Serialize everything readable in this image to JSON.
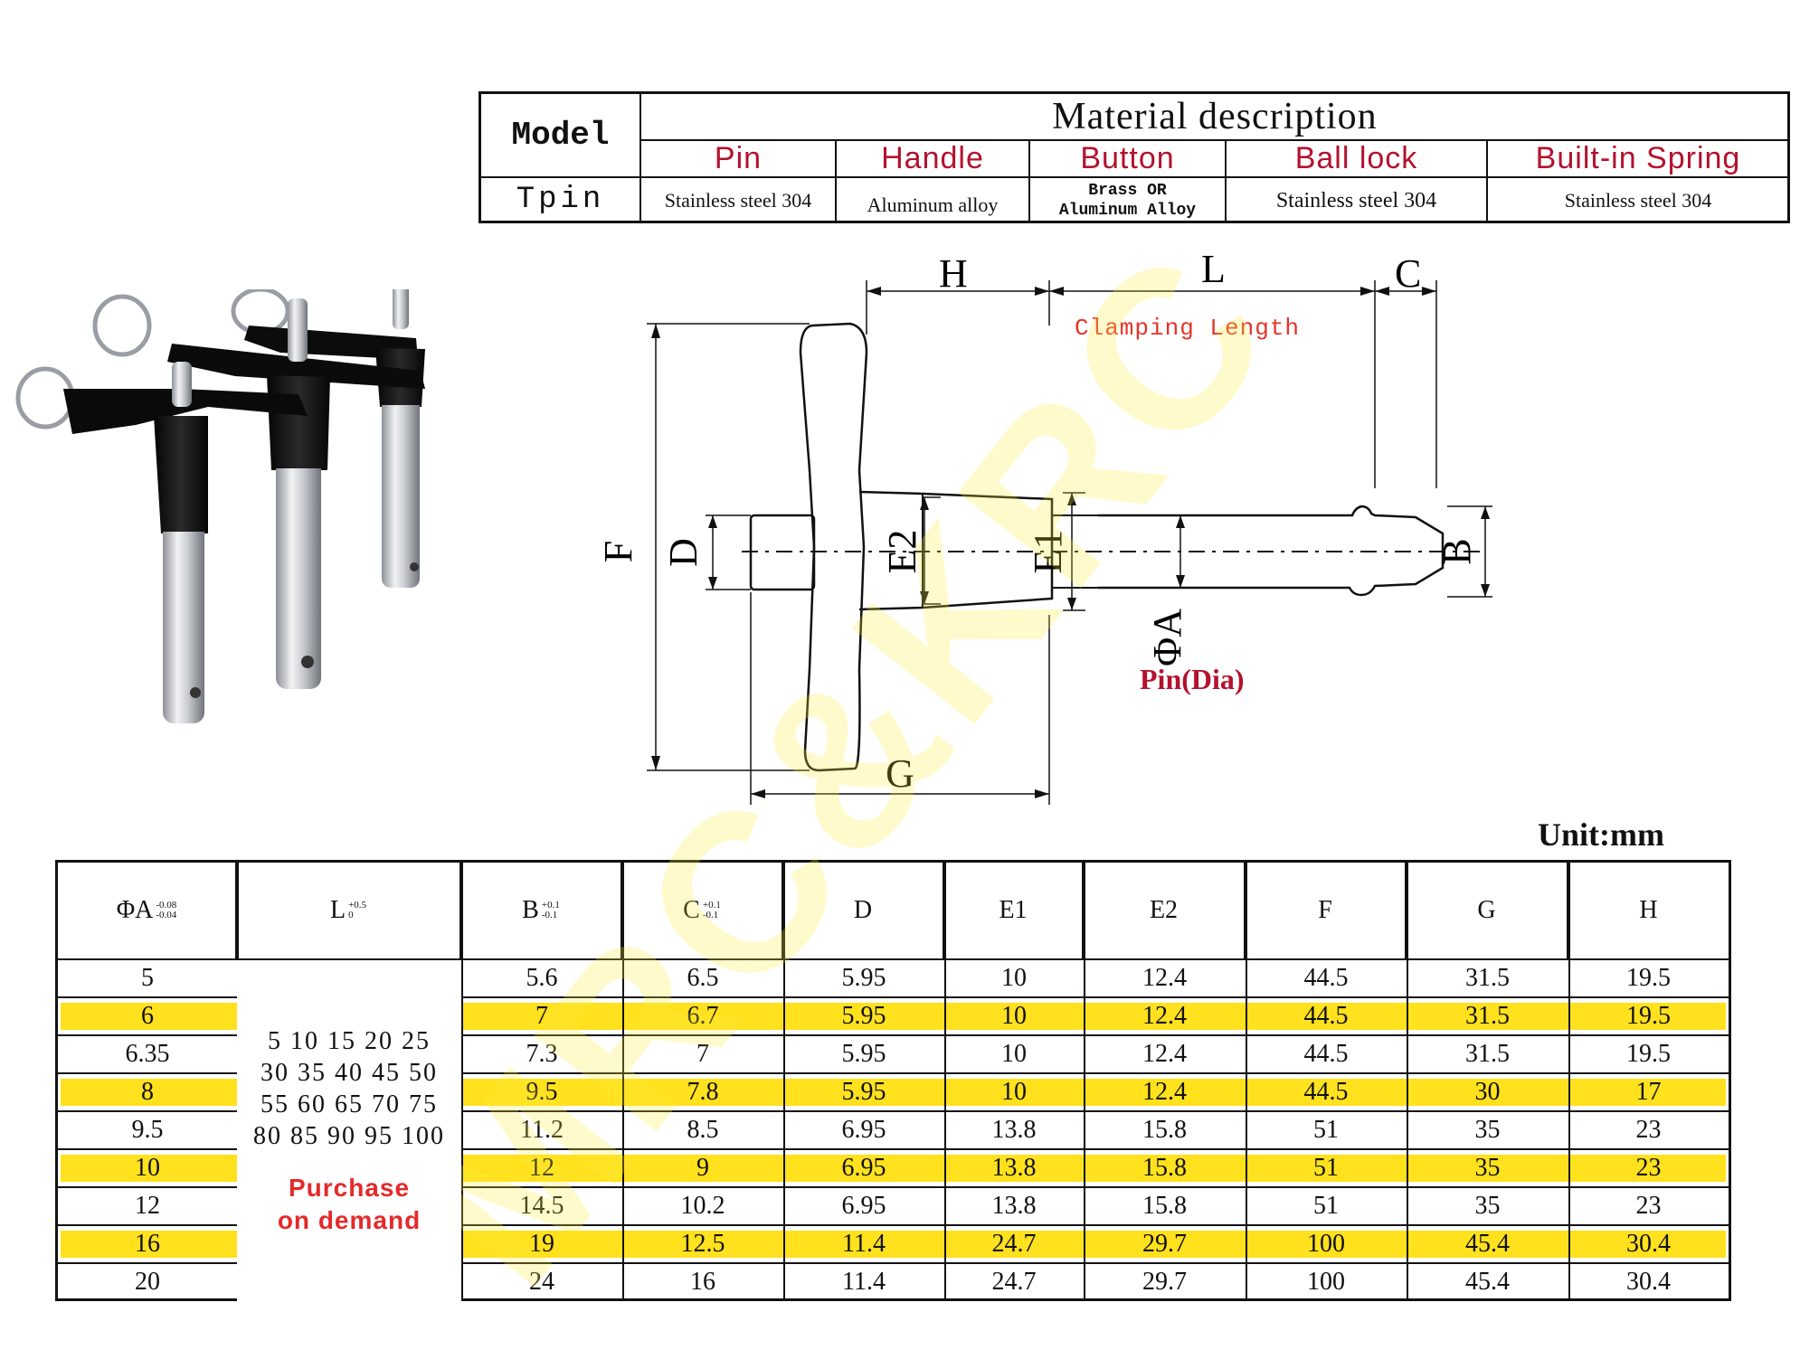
{
  "material_table": {
    "model_label": "Model",
    "model_value": "Tpin",
    "title": "Material description",
    "headers": [
      "Pin",
      "Handle",
      "Button",
      "Ball lock",
      "Built-in Spring"
    ],
    "values": [
      "Stainless steel 304",
      "Aluminum alloy",
      "Brass OR",
      "Stainless steel 304",
      "Stainless steel 304"
    ],
    "button_value_line2": "Aluminum Alloy"
  },
  "drawing": {
    "dims": {
      "H": "H",
      "L": "L",
      "C": "C",
      "F": "F",
      "D": "D",
      "E2": "E2",
      "E1": "E1",
      "PhiA": "ΦA",
      "B": "B",
      "G": "G"
    },
    "clamping_note": "Clamping Length",
    "pin_note": "Pin(Dia)"
  },
  "unit": "Unit:mm",
  "dimension_table": {
    "headers": [
      {
        "main": "ΦA",
        "tol_top": "-0.08",
        "tol_bot": "-0.04"
      },
      {
        "main": "L",
        "tol_top": "+0.5",
        "tol_bot": "0"
      },
      {
        "main": "B",
        "tol_top": "+0.1",
        "tol_bot": "-0.1"
      },
      {
        "main": "C",
        "tol_top": "+0.1",
        "tol_bot": "-0.1"
      },
      {
        "main": "D",
        "tol_top": "",
        "tol_bot": ""
      },
      {
        "main": "E1",
        "tol_top": "",
        "tol_bot": ""
      },
      {
        "main": "E2",
        "tol_top": "",
        "tol_bot": ""
      },
      {
        "main": "F",
        "tol_top": "",
        "tol_bot": ""
      },
      {
        "main": "G",
        "tol_top": "",
        "tol_bot": ""
      },
      {
        "main": "H",
        "tol_top": "",
        "tol_bot": ""
      }
    ],
    "l_values": [
      "5 10 15 20 25",
      "30 35 40 45 50",
      "55 60 65 70 75",
      "80 85 90 95 100"
    ],
    "l_note": "Purchase\non demand",
    "rows": [
      {
        "A": "5",
        "B": "5.6",
        "C": "6.5",
        "D": "5.95",
        "E1": "10",
        "E2": "12.4",
        "F": "44.5",
        "G": "31.5",
        "H": "19.5",
        "highlight": false
      },
      {
        "A": "6",
        "B": "7",
        "C": "6.7",
        "D": "5.95",
        "E1": "10",
        "E2": "12.4",
        "F": "44.5",
        "G": "31.5",
        "H": "19.5",
        "highlight": true
      },
      {
        "A": "6.35",
        "B": "7.3",
        "C": "7",
        "D": "5.95",
        "E1": "10",
        "E2": "12.4",
        "F": "44.5",
        "G": "31.5",
        "H": "19.5",
        "highlight": false
      },
      {
        "A": "8",
        "B": "9.5",
        "C": "7.8",
        "D": "5.95",
        "E1": "10",
        "E2": "12.4",
        "F": "44.5",
        "G": "30",
        "H": "17",
        "highlight": true
      },
      {
        "A": "9.5",
        "B": "11.2",
        "C": "8.5",
        "D": "6.95",
        "E1": "13.8",
        "E2": "15.8",
        "F": "51",
        "G": "35",
        "H": "23",
        "highlight": false
      },
      {
        "A": "10",
        "B": "12",
        "C": "9",
        "D": "6.95",
        "E1": "13.8",
        "E2": "15.8",
        "F": "51",
        "G": "35",
        "H": "23",
        "highlight": true
      },
      {
        "A": "12",
        "B": "14.5",
        "C": "10.2",
        "D": "6.95",
        "E1": "13.8",
        "E2": "15.8",
        "F": "51",
        "G": "35",
        "H": "23",
        "highlight": false
      },
      {
        "A": "16",
        "B": "19",
        "C": "12.5",
        "D": "11.4",
        "E1": "24.7",
        "E2": "29.7",
        "F": "100",
        "G": "45.4",
        "H": "30.4",
        "highlight": true
      },
      {
        "A": "20",
        "B": "24",
        "C": "16",
        "D": "11.4",
        "E1": "24.7",
        "E2": "29.7",
        "F": "100",
        "G": "45.4",
        "H": "30.4",
        "highlight": false
      }
    ],
    "highlight_color": "#ffe11e"
  },
  "watermark": "MRC&KRC"
}
